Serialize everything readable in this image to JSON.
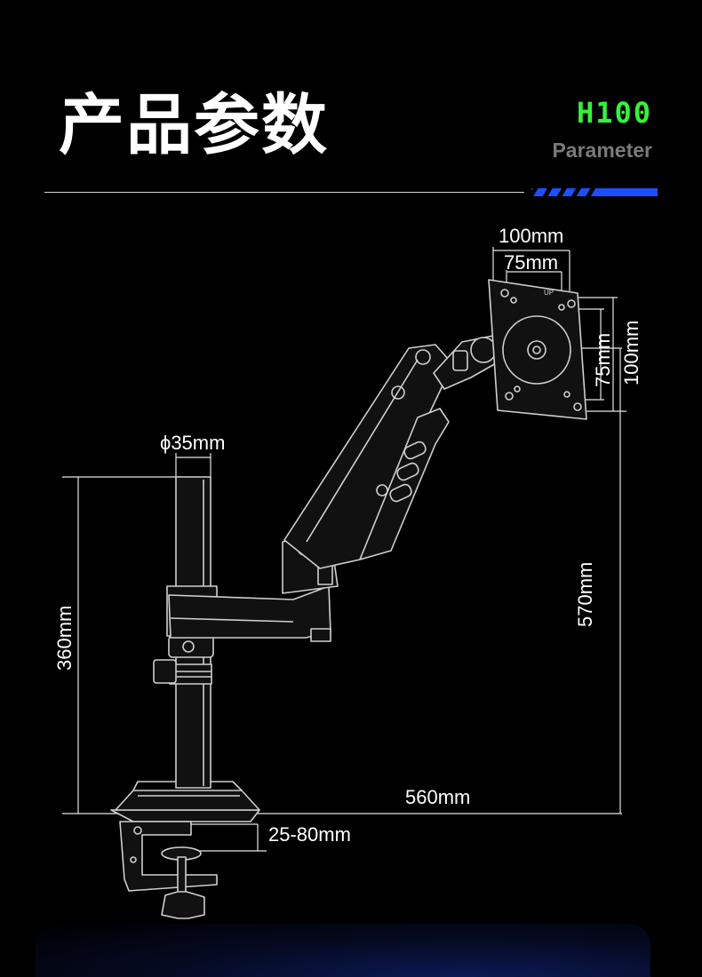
{
  "header": {
    "title": "产品参数",
    "model": "H100",
    "subtitle": "Parameter"
  },
  "colors": {
    "model_accent": "#36f23a",
    "stripe_accent": "#1d4fff"
  },
  "dimensions": {
    "vesa_outer_width": "100mm",
    "vesa_inner_width": "75mm",
    "vesa_inner_height": "75mm",
    "vesa_outer_height": "100mm",
    "pole_diameter": "ϕ35mm",
    "pole_height": "360mm",
    "max_height": "570mm",
    "max_reach": "560mm",
    "clamp_thickness": "25-80mm",
    "up_mark": "UP"
  }
}
